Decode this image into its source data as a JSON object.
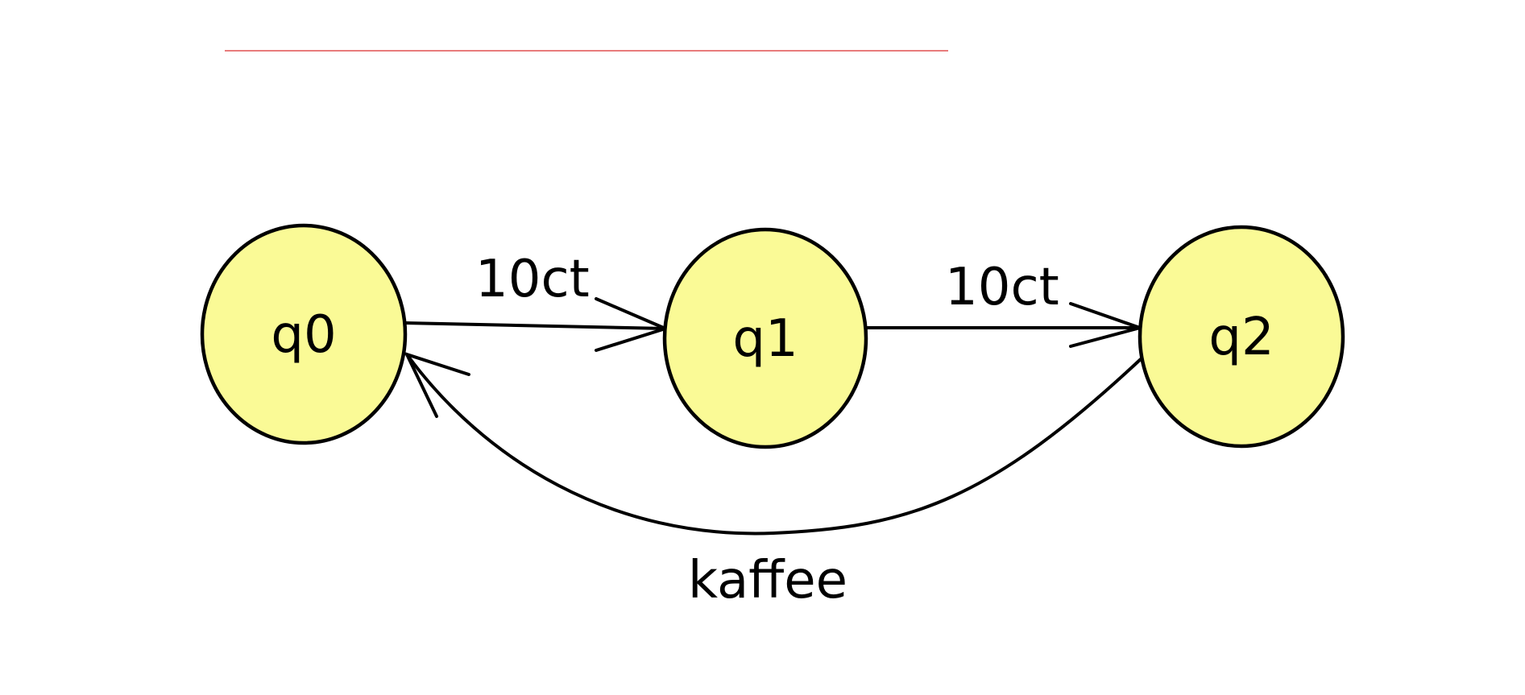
{
  "colors": {
    "state_fill": "#fafa96",
    "state_stroke": "#000000",
    "rule": "#e05050"
  },
  "states": [
    {
      "id": "q0",
      "label": "q0"
    },
    {
      "id": "q1",
      "label": "q1"
    },
    {
      "id": "q2",
      "label": "q2"
    }
  ],
  "transitions": [
    {
      "from": "q0",
      "to": "q1",
      "label": "10ct"
    },
    {
      "from": "q1",
      "to": "q2",
      "label": "10ct"
    },
    {
      "from": "q2",
      "to": "q0",
      "label": "kaffee"
    }
  ]
}
